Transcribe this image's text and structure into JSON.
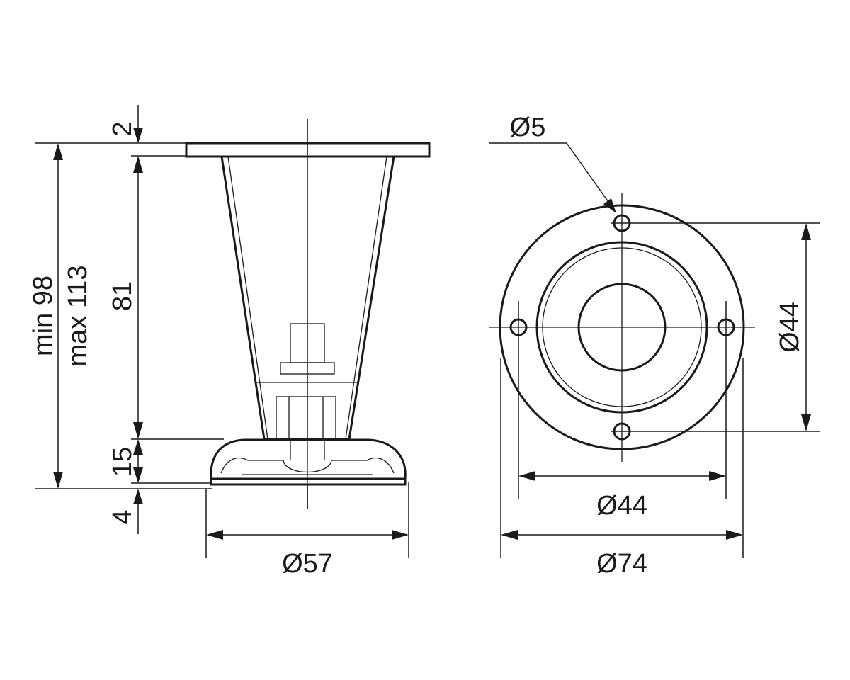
{
  "side_view": {
    "dim_top_thickness": "2",
    "dim_total_min": "min 98",
    "dim_total_max": "max 113",
    "dim_body_height": "81",
    "dim_foot_height": "15",
    "dim_adjust": "4",
    "dim_foot_diameter": "Ø57"
  },
  "top_view": {
    "dim_hole_diameter": "Ø5",
    "dim_hole_spacing_vertical": "Ø44",
    "dim_hole_spacing_horizontal": "Ø44",
    "dim_plate_diameter": "Ø74"
  },
  "colors": {
    "line": "#1a1a1a",
    "background": "#ffffff"
  }
}
